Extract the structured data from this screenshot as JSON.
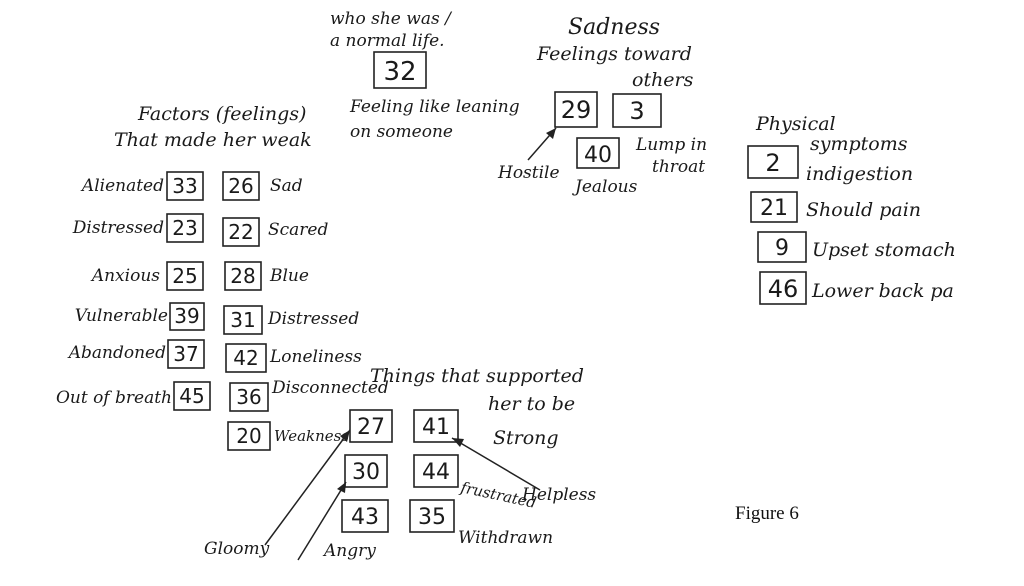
{
  "top_note": {
    "line1": "who she was /",
    "line2": "a normal life."
  },
  "node_32": {
    "number": "32",
    "label_line1": "Feeling like leaning",
    "label_line2": "on someone"
  },
  "sadness": {
    "title": "Sadness",
    "subtitle_line1": "Feelings toward",
    "subtitle_line2": "others",
    "box_29": "29",
    "box_3": "3",
    "box_40": "40",
    "label_hostile": "Hostile",
    "label_jealous": "Jealous",
    "label_lump_1": "Lump in",
    "label_lump_2": "throat"
  },
  "weak": {
    "title_line1": "Factors (feelings)",
    "title_line2": "That made her weak",
    "left_items": [
      {
        "label": "Alienated",
        "number": "33"
      },
      {
        "label": "Distressed",
        "number": "23"
      },
      {
        "label": "Anxious",
        "number": "25"
      },
      {
        "label": "Vulnerable",
        "number": "39"
      },
      {
        "label": "Abandoned",
        "number": "37"
      },
      {
        "label": "Out of breath",
        "number": "45"
      }
    ],
    "right_items": [
      {
        "number": "26",
        "label": "Sad"
      },
      {
        "number": "22",
        "label": "Scared"
      },
      {
        "number": "28",
        "label": "Blue"
      },
      {
        "number": "31",
        "label": "Distressed"
      },
      {
        "number": "42",
        "label": "Loneliness"
      },
      {
        "number": "36",
        "label": "Disconnected"
      },
      {
        "number": "20",
        "label": "Weakness"
      }
    ]
  },
  "physical": {
    "title_line1": "Physical",
    "title_line2": "symptoms",
    "items": [
      {
        "number": "2",
        "label": "indigestion"
      },
      {
        "number": "21",
        "label": "Should pain"
      },
      {
        "number": "9",
        "label": "Upset stomach"
      },
      {
        "number": "46",
        "label": "Lower back pa"
      }
    ]
  },
  "strong": {
    "title_line1": "Things that supported",
    "title_line2": "her to be",
    "title_line3": "Strong",
    "numbers": [
      "27",
      "41",
      "30",
      "44",
      "43",
      "35"
    ],
    "label_helpless": "Helpless",
    "label_frustrated": "frustrated",
    "label_withdrawn": "Withdrawn",
    "label_gloomy": "Gloomy",
    "label_angry": "Angry"
  },
  "caption": "Figure 6"
}
